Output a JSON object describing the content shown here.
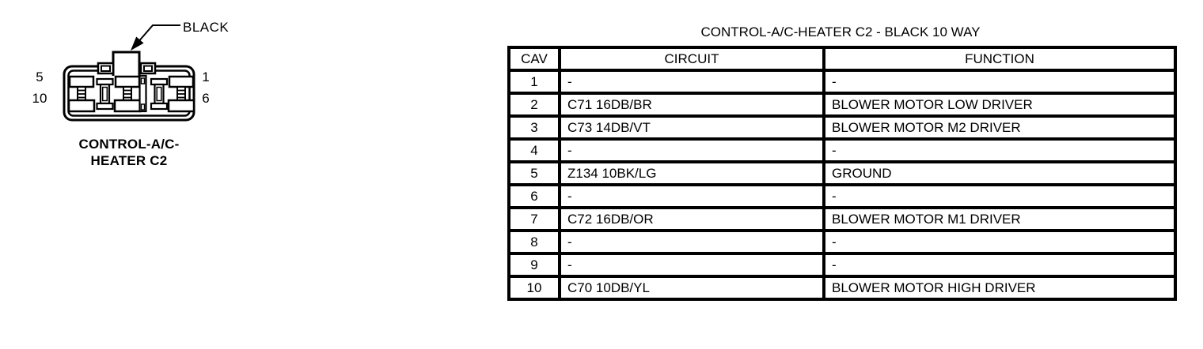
{
  "figure": {
    "color_label": "BLACK",
    "caption_line1": "CONTROL-A/C-",
    "caption_line2": "HEATER C2",
    "pins": {
      "top_left": "5",
      "bottom_left": "10",
      "top_right": "1",
      "bottom_right": "6"
    }
  },
  "table": {
    "title": "CONTROL-A/C-HEATER C2 - BLACK 10 WAY",
    "headers": [
      "CAV",
      "CIRCUIT",
      "FUNCTION"
    ],
    "rows": [
      [
        "1",
        "-",
        "-"
      ],
      [
        "2",
        "C71 16DB/BR",
        "BLOWER MOTOR LOW DRIVER"
      ],
      [
        "3",
        "C73 14DB/VT",
        "BLOWER MOTOR M2 DRIVER"
      ],
      [
        "4",
        "-",
        "-"
      ],
      [
        "5",
        "Z134 10BK/LG",
        "GROUND"
      ],
      [
        "6",
        "-",
        "-"
      ],
      [
        "7",
        "C72 16DB/OR",
        "BLOWER MOTOR M1 DRIVER"
      ],
      [
        "8",
        "-",
        "-"
      ],
      [
        "9",
        "-",
        "-"
      ],
      [
        "10",
        "C70 10DB/YL",
        "BLOWER MOTOR HIGH DRIVER"
      ]
    ]
  },
  "colors": {
    "ink": "#000000",
    "background": "#ffffff"
  }
}
